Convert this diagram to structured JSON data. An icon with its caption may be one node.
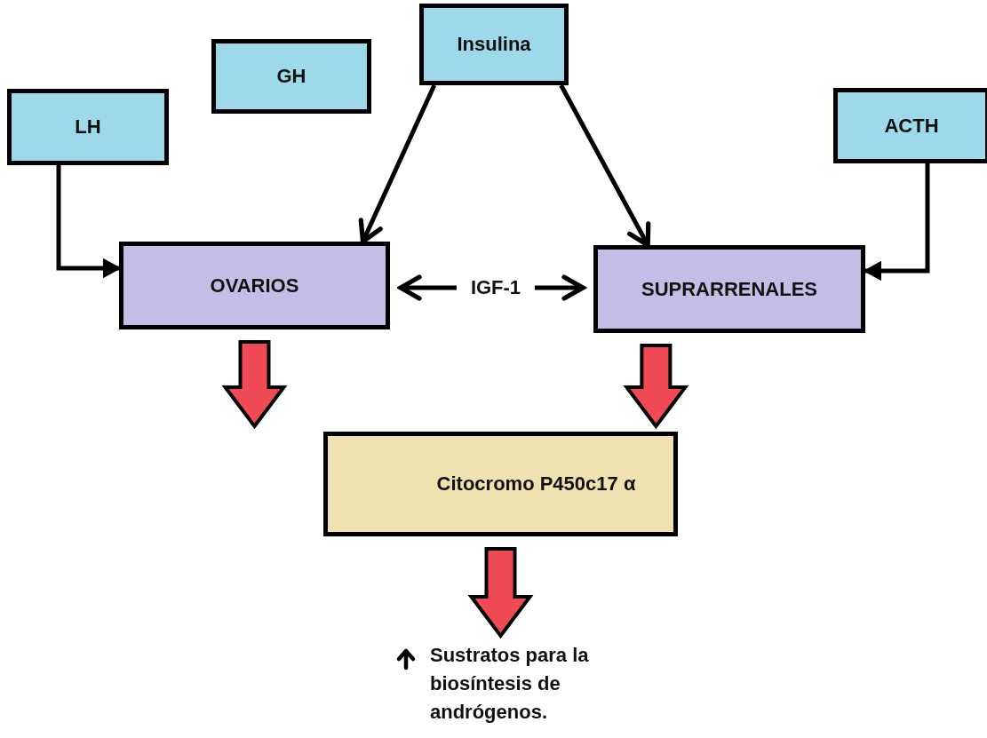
{
  "diagram": {
    "nodes": [
      {
        "text": [
          "Insulina"
        ]
      },
      {
        "text": [
          "GH"
        ]
      },
      {
        "text": [
          "LH"
        ]
      },
      {
        "text": [
          "ACTH"
        ]
      },
      {
        "text": [
          "OVARIOS"
        ]
      },
      {
        "text": [
          "SUPRARRENALES"
        ]
      },
      {
        "text": [
          "IGF-1"
        ]
      },
      {
        "text": [
          "Citocromo P450c17 α"
        ]
      },
      {
        "text": [
          "Sustratos para la biosíntesis de andrógenos."
        ]
      }
    ],
    "edges": [
      {
        "from": 0,
        "to": 4,
        "arrow": "to"
      },
      {
        "from": 0,
        "to": 5,
        "arrow": "to"
      },
      {
        "from": 2,
        "to": 4,
        "arrow": "to"
      },
      {
        "from": 3,
        "to": 5,
        "arrow": "to"
      },
      {
        "from": 6,
        "to": 4,
        "arrow": "to"
      },
      {
        "from": 6,
        "to": 5,
        "arrow": "to"
      },
      {
        "from": 4,
        "to": 7,
        "arrow": "to",
        "style": "thick",
        "color": "#f04a55"
      },
      {
        "from": 5,
        "to": 7,
        "arrow": "to",
        "style": "thick",
        "color": "#f04a55"
      },
      {
        "from": 7,
        "to": 8,
        "arrow": "to",
        "style": "thick",
        "color": "#f04a55"
      }
    ]
  }
}
